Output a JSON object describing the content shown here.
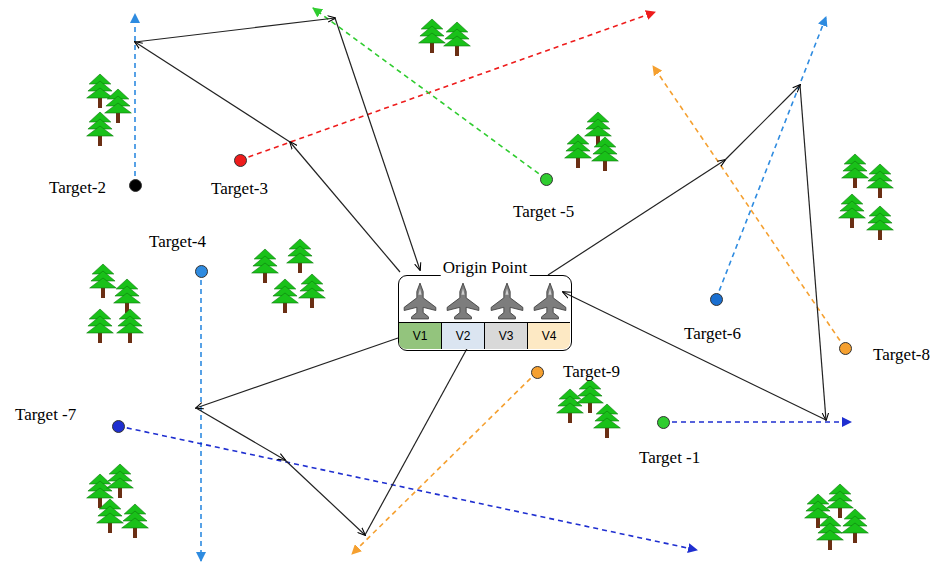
{
  "diagram": {
    "nodes": [
      {
        "text": [
          "Origin Point"
        ]
      },
      {
        "text": [
          "V1"
        ],
        "in": 0
      },
      {
        "text": [
          "V2"
        ],
        "in": 0
      },
      {
        "text": [
          "V3"
        ],
        "in": 0
      },
      {
        "text": [
          "V4"
        ],
        "in": 0
      },
      {
        "text": [
          "Target-2"
        ]
      },
      {
        "text": [
          "Target-3"
        ]
      },
      {
        "text": [
          "Target -5"
        ]
      },
      {
        "text": [
          "Target-4"
        ]
      },
      {
        "text": [
          "Target-6"
        ]
      },
      {
        "text": [
          "Target-8"
        ]
      },
      {
        "text": [
          "Target-9"
        ]
      },
      {
        "text": [
          "Target -7"
        ]
      },
      {
        "text": [
          "Target -1"
        ]
      }
    ]
  }
}
